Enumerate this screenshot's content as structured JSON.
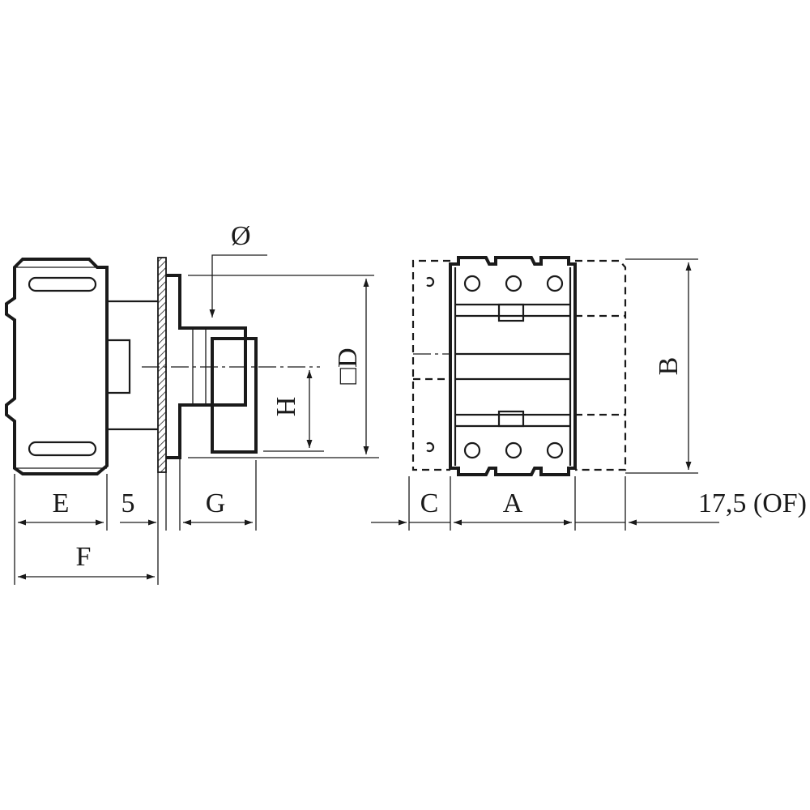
{
  "labels": {
    "diameter": "Ø",
    "square_d": "□D",
    "h": "H",
    "b": "B",
    "e": "E",
    "five": "5",
    "g": "G",
    "f": "F",
    "c": "C",
    "a": "A",
    "of": "17,5 (OF)"
  }
}
